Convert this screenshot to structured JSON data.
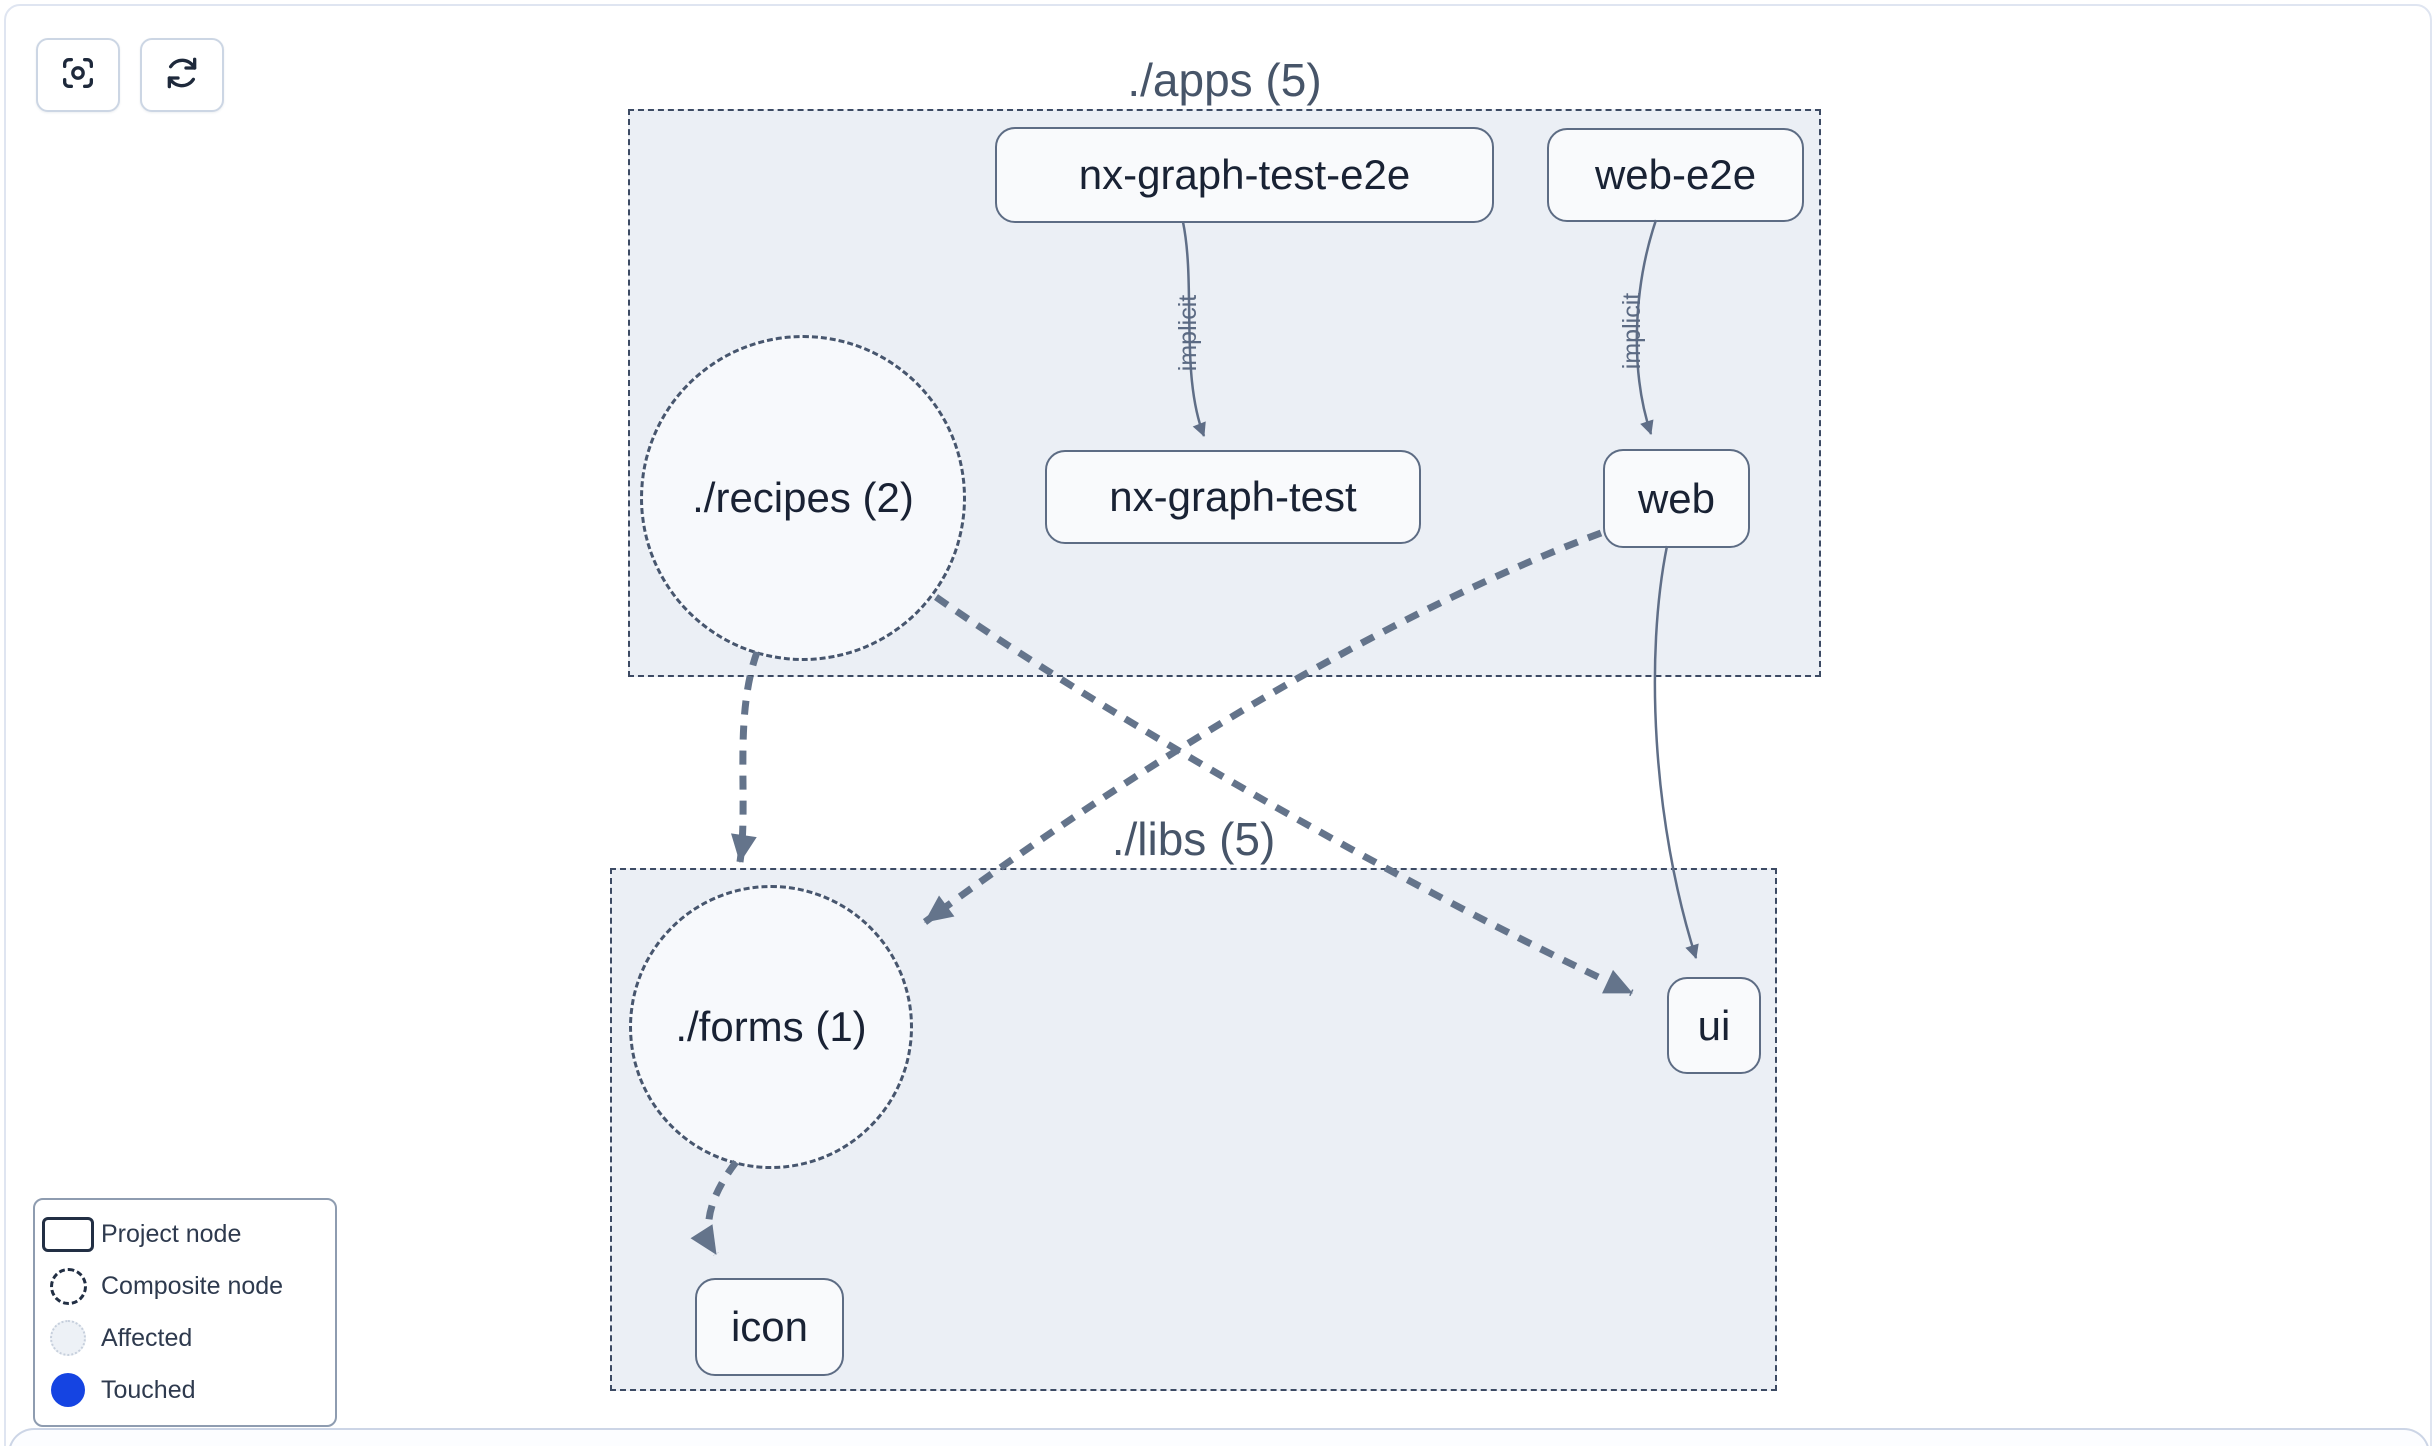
{
  "toolbar": {
    "buttons": [
      {
        "icon": "focus-icon"
      },
      {
        "icon": "refresh-icon"
      }
    ]
  },
  "graph": {
    "groups": [
      {
        "label": "./apps (5)"
      },
      {
        "label": "./libs (5)"
      }
    ],
    "composite_nodes": [
      {
        "label": "./recipes (2)",
        "group": "./apps (5)"
      },
      {
        "label": "./forms (1)",
        "group": "./libs (5)"
      }
    ],
    "project_nodes": [
      {
        "label": "nx-graph-test-e2e",
        "group": "./apps (5)"
      },
      {
        "label": "web-e2e",
        "group": "./apps (5)"
      },
      {
        "label": "nx-graph-test",
        "group": "./apps (5)"
      },
      {
        "label": "web",
        "group": "./apps (5)"
      },
      {
        "label": "ui",
        "group": "./libs (5)"
      },
      {
        "label": "icon",
        "group": "./libs (5)"
      }
    ],
    "edges": [
      {
        "from": "nx-graph-test-e2e",
        "to": "nx-graph-test",
        "label": "implicit",
        "style": "solid"
      },
      {
        "from": "web-e2e",
        "to": "web",
        "label": "implicit",
        "style": "solid"
      },
      {
        "from": "web",
        "to": "ui",
        "label": "",
        "style": "solid"
      },
      {
        "from": "./recipes (2)",
        "to": "./forms (1)",
        "label": "",
        "style": "dashed"
      },
      {
        "from": "./recipes (2)",
        "to": "ui",
        "label": "",
        "style": "dashed"
      },
      {
        "from": "web",
        "to": "./forms (1)",
        "label": "",
        "style": "dashed"
      },
      {
        "from": "./forms (1)",
        "to": "icon",
        "label": "",
        "style": "dashed"
      }
    ]
  },
  "legend": {
    "items": [
      {
        "label": "Project node",
        "swatch": "project"
      },
      {
        "label": "Composite node",
        "swatch": "composite"
      },
      {
        "label": "Affected",
        "swatch": "affected"
      },
      {
        "label": "Touched",
        "swatch": "touched"
      }
    ]
  },
  "colors": {
    "touched_blue": "#1544e2",
    "container_fill": "#ebeff5",
    "container_border": "#3c4a63",
    "node_fill": "#f9fafc",
    "node_border": "#5d6c84",
    "node_text": "#192234",
    "group_label_text": "#475569",
    "edge": "#64748b",
    "edge_thin": "#5f6e87",
    "edge_label_text": "#5b6a83"
  }
}
